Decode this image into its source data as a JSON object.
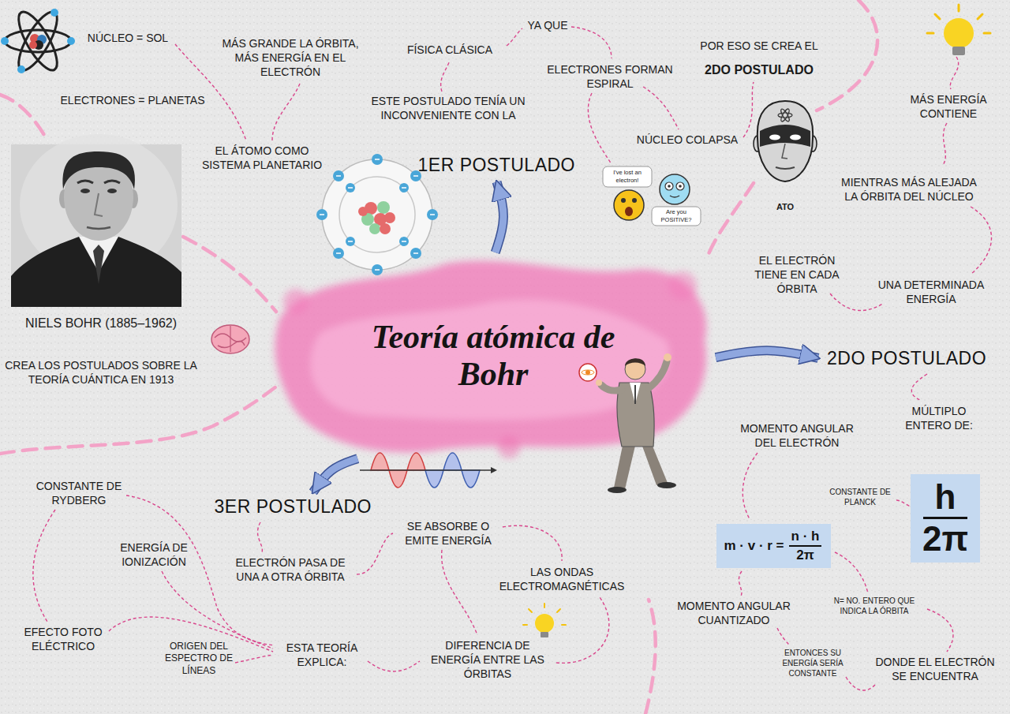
{
  "diagram": {
    "nodes": [
      {
        "text": [
          "Teoría atómica de Bohr"
        ]
      },
      {
        "text": [
          "1ER POSTULADO"
        ]
      },
      {
        "text": [
          "2DO POSTULADO"
        ]
      },
      {
        "text": [
          "3ER POSTULADO"
        ]
      },
      {
        "text": [
          "m · v · r =",
          "n · h",
          "2π"
        ]
      },
      {
        "text": [
          "h",
          "2π"
        ]
      }
    ],
    "edges": [
      {
        "from": 0,
        "to": 1,
        "arrow": "to"
      },
      {
        "from": 0,
        "to": 2,
        "arrow": "to"
      },
      {
        "from": 0,
        "to": 3,
        "arrow": "to"
      }
    ],
    "labels": [
      "NÚCLEO = SOL",
      "MÁS GRANDE LA ÓRBITA, MÁS ENERGÍA EN EL ELECTRÓN",
      "YA QUE",
      "FÍSICA CLÁSICA",
      "POR ESO SE CREA EL",
      "2DO POSTULADO",
      "ELECTRONES FORMAN ESPIRAL",
      "ELECTRONES = PLANETAS",
      "ESTE POSTULADO TENÍA UN INCONVENIENTE CON LA",
      "MÁS ENERGÍA CONTIENE",
      "NÚCLEO COLAPSA",
      "EL ÁTOMO COMO SISTEMA PLANETARIO",
      "MIENTRAS MÁS ALEJADA LA ÓRBITA DEL NÚCLEO",
      "I've lost an electron!",
      "Are you POSITIVE?",
      "ATO",
      "EL ELECTRÓN TIENE EN CADA ÓRBITA",
      "UNA DETERMINADA ENERGÍA",
      "NIELS BOHR (1885–1962)",
      "CREA LOS POSTULADOS SOBRE LA TEORÍA CUÁNTICA EN 1913",
      "MÚLTIPLO ENTERO DE:",
      "MOMENTO ANGULAR DEL ELECTRÓN",
      "CONSTANTE DE RYDBERG",
      "CONSTANTE DE PLANCK",
      "SE ABSORBE O EMITE ENERGÍA",
      "ENERGÍA DE IONIZACIÓN",
      "ELECTRÓN PASA DE UNA A OTRA ÓRBITA",
      "LAS ONDAS ELECTROMAGNÉTICAS",
      "N= NO. ENTERO QUE INDICA LA ÓRBITA",
      "MOMENTO ANGULAR CUANTIZADO",
      "EFECTO FOTO ELÉCTRICO",
      "ORIGEN DEL ESPECTRO DE LÍNEAS",
      "ESTA TEORÍA EXPLICA:",
      "DIFERENCIA DE ENERGÍA ENTRE LAS ÓRBITAS",
      "ENTONCES SU ENERGÍA SERÍA CONSTANTE",
      "DONDE EL ELECTRÓN SE ENCUENTRA"
    ]
  }
}
